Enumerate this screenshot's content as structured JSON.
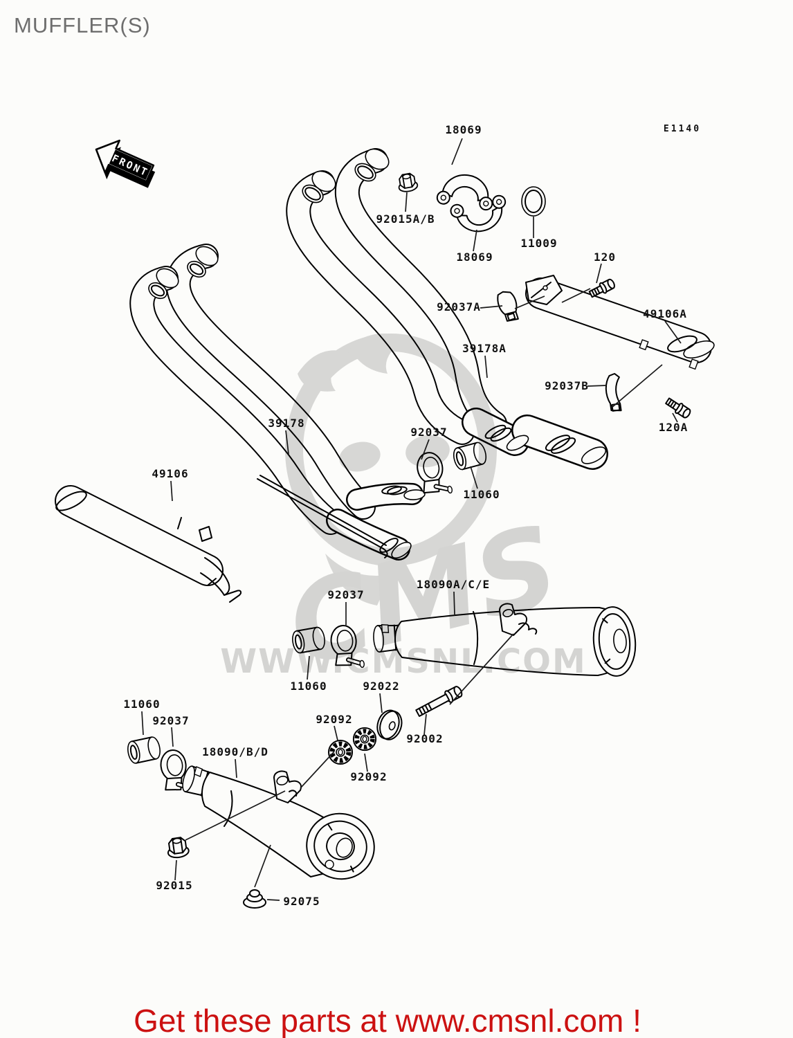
{
  "header": {
    "title": "MUFFLER(S)",
    "diagram_code": "E1140"
  },
  "front_arrow": {
    "label": "FRONT"
  },
  "watermark": {
    "brand": "CMS",
    "url": "WWW.CMSNL.COM"
  },
  "banner": {
    "text": "Get these parts at www.cmsnl.com !"
  },
  "colors": {
    "banner_red": "#cc1111",
    "line": "#000000",
    "title_gray": "#6e6e6e",
    "watermark_gray": "#d7d7d7",
    "background": "#fcfcfa"
  },
  "part_labels": [
    {
      "text": "18069"
    },
    {
      "text": "92015A/B"
    },
    {
      "text": "18069"
    },
    {
      "text": "11009"
    },
    {
      "text": "120"
    },
    {
      "text": "92037A"
    },
    {
      "text": "49106A"
    },
    {
      "text": "39178A"
    },
    {
      "text": "92037B"
    },
    {
      "text": "120A"
    },
    {
      "text": "39178"
    },
    {
      "text": "49106"
    },
    {
      "text": "92037"
    },
    {
      "text": "11060"
    },
    {
      "text": "18090A/C/E"
    },
    {
      "text": "92037"
    },
    {
      "text": "11060"
    },
    {
      "text": "92022"
    },
    {
      "text": "92002"
    },
    {
      "text": "92092"
    },
    {
      "text": "92092"
    },
    {
      "text": "11060"
    },
    {
      "text": "92037"
    },
    {
      "text": "18090/B/D"
    },
    {
      "text": "92015"
    },
    {
      "text": "92075"
    }
  ]
}
